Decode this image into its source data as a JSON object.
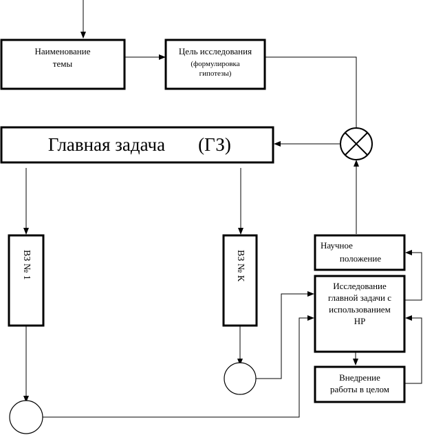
{
  "boxes": {
    "topic": {
      "line1": "Наименование",
      "line2": "темы"
    },
    "goal": {
      "title": "Цель исследования",
      "sub1": "(формулировка",
      "sub2": "гипотезы)"
    },
    "main_task": {
      "label": "Главная задача",
      "abbr": "(ГЗ)"
    },
    "task_1": {
      "label": "ВЗ № 1"
    },
    "task_k": {
      "label": "ВЗ № К"
    },
    "scientific": {
      "line1": "Научное",
      "line2": "положение"
    },
    "research": {
      "line1": "Исследование",
      "line2": "главной задачи с",
      "line3": "использованием",
      "line4": "НР"
    },
    "implementation": {
      "line1": "Внедрение",
      "line2": "работы в целом"
    }
  }
}
